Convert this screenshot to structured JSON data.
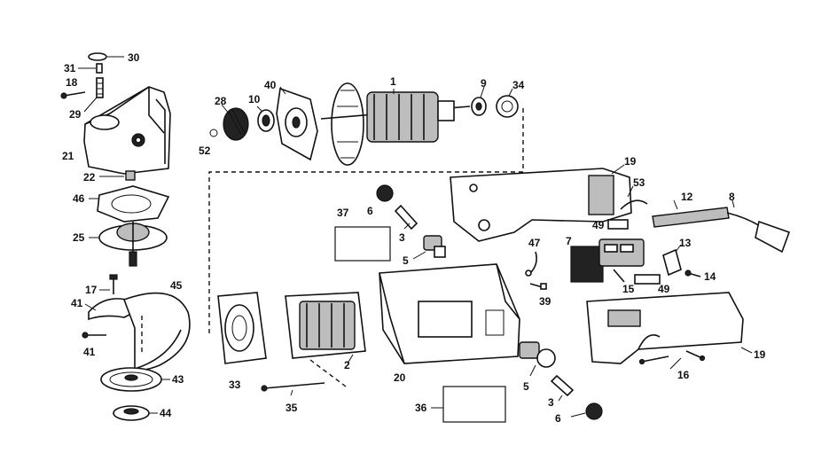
{
  "callouts": {
    "c1": "1",
    "c2": "2",
    "c3a": "3",
    "c3b": "3",
    "c5a": "5",
    "c5b": "5",
    "c6a": "6",
    "c6b": "6",
    "c7": "7",
    "c8": "8",
    "c9": "9",
    "c10": "10",
    "c12": "12",
    "c13": "13",
    "c14": "14",
    "c15": "15",
    "c16": "16",
    "c17": "17",
    "c18": "18",
    "c19a": "19",
    "c19b": "19",
    "c20": "20",
    "c21": "21",
    "c22": "22",
    "c25": "25",
    "c28": "28",
    "c29": "29",
    "c30": "30",
    "c31": "31",
    "c33": "33",
    "c34": "34",
    "c35": "35",
    "c36": "36",
    "c37": "37",
    "c39": "39",
    "c40": "40",
    "c41a": "41",
    "c41b": "41",
    "c43": "43",
    "c44": "44",
    "c45": "45",
    "c46": "46",
    "c47": "47",
    "c49a": "49",
    "c49b": "49",
    "c52": "52",
    "c53": "53"
  }
}
